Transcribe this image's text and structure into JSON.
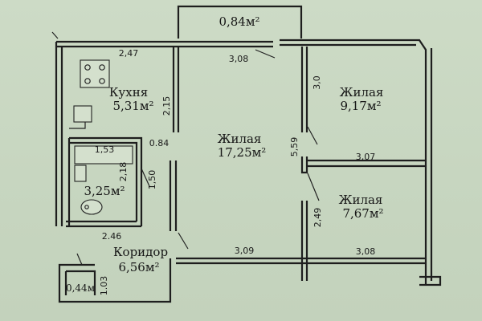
{
  "balcony": {
    "area": "0,84м²"
  },
  "kitchen": {
    "name": "Кухня",
    "area": "5,31м²"
  },
  "bathroom": {
    "area": "3,25м²"
  },
  "living_main": {
    "name": "Жилая",
    "area": "17,25м²"
  },
  "living_top_right": {
    "name": "Жилая",
    "area": "9,17м²"
  },
  "living_bottom_right": {
    "name": "Жилая",
    "area": "7,67м²"
  },
  "corridor": {
    "name": "Коридор",
    "area": "6,56м²"
  },
  "closet": {
    "area": "0,44м"
  },
  "dims": {
    "kitchen_top": "2,47",
    "living_top": "3,08",
    "kitchen_right": "2,15",
    "bath_top": "1,53",
    "bath_side": "2,18",
    "opening": "0.84",
    "opening_side": "1,50",
    "bath_bottom": "2.46",
    "living_right": "5,59",
    "right_upper": "3,0",
    "right_mid": "3,07",
    "right_lower": "2,49",
    "corridor_mid": "3,09",
    "corridor_right": "3,08",
    "closet_side": "1.03"
  },
  "colors": {
    "wall": "#1e1e1e",
    "paper": "#c9d8c2"
  }
}
